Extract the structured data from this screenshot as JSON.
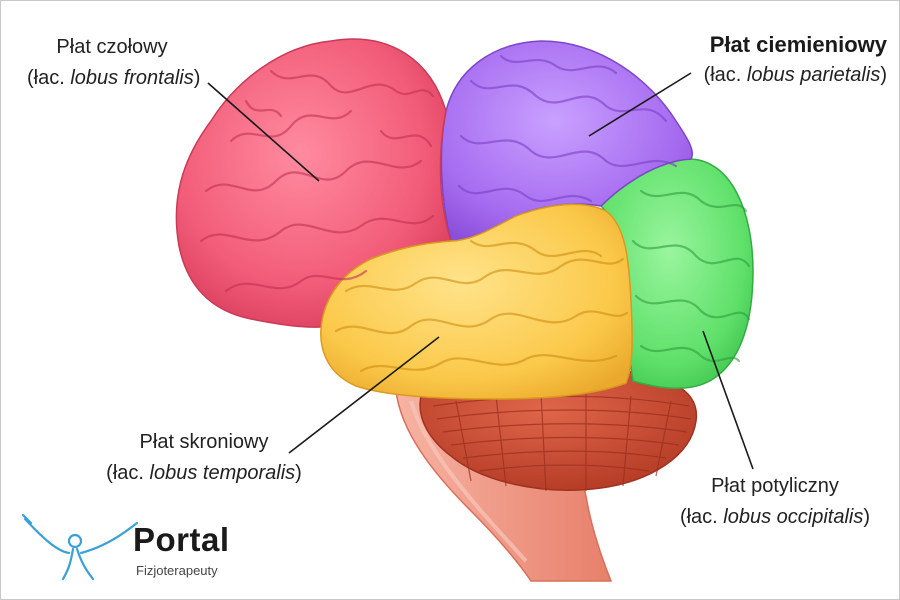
{
  "labels": {
    "frontal": {
      "name": "Płat czołowy",
      "prefix": "(łac. ",
      "latin": "lobus frontalis",
      "suffix": ")"
    },
    "parietal": {
      "name": "Płat ciemieniowy",
      "prefix": "(łac. ",
      "latin": "lobus parietalis",
      "suffix": ")"
    },
    "temporal": {
      "name": "Płat skroniowy",
      "prefix": "(łac. ",
      "latin": "lobus temporalis",
      "suffix": ")"
    },
    "occipital": {
      "name": "Płat potyliczny",
      "prefix": "(łac. ",
      "latin": "lobus occipitalis",
      "suffix": ")"
    }
  },
  "logo": {
    "brand": "Portal",
    "subtitle": "Fizjoterapeuty",
    "icon": "person-arms-raised-icon"
  },
  "colors": {
    "frontal": "#f25c78",
    "parietal": "#a66cf0",
    "occipital": "#5fe06a",
    "temporal": "#fbc94a",
    "cerebellum": "#c9452d",
    "brainstem": "#f29a86",
    "logo_accent": "#3aa0d8"
  }
}
